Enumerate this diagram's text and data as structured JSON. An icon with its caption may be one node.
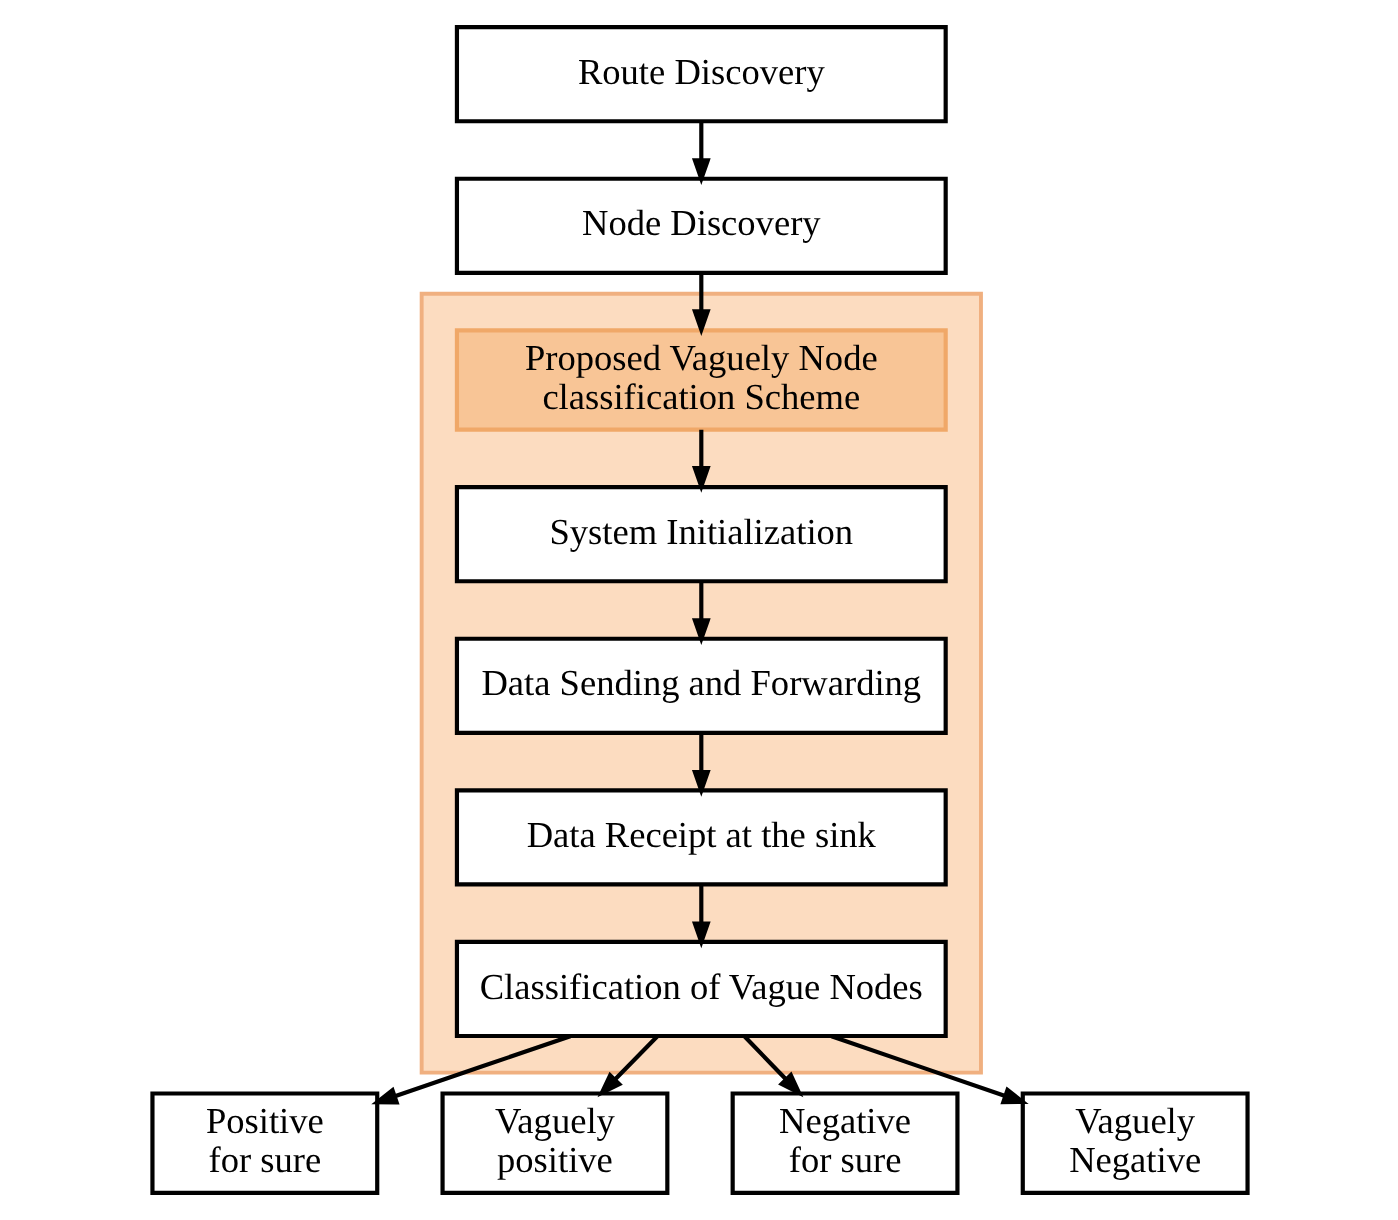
{
  "diagram": {
    "nodes": [
      {
        "text": [
          "Route Discovery"
        ]
      },
      {
        "text": [
          "Node Discovery"
        ]
      },
      {
        "text": [],
        "shape": "box"
      },
      {
        "text": [
          "Proposed Vaguely Node classification Scheme"
        ],
        "in": 2
      },
      {
        "text": [
          "System Initialization"
        ],
        "in": 2
      },
      {
        "text": [
          "Data Sending and Forwarding"
        ],
        "in": 2
      },
      {
        "text": [
          "Data Receipt at the sink"
        ],
        "in": 2
      },
      {
        "text": [
          "Classification of Vague Nodes"
        ],
        "in": 2
      },
      {
        "text": [
          "Positive for sure"
        ]
      },
      {
        "text": [
          "Vaguely positive"
        ]
      },
      {
        "text": [
          "Negative for sure"
        ]
      },
      {
        "text": [
          "Vaguely Negative"
        ]
      }
    ],
    "edges": [
      {
        "from": 0,
        "to": 1,
        "arrow": "to"
      },
      {
        "from": 1,
        "to": 3,
        "arrow": "to"
      },
      {
        "from": 3,
        "to": 4,
        "arrow": "to"
      },
      {
        "from": 4,
        "to": 5,
        "arrow": "to"
      },
      {
        "from": 5,
        "to": 6,
        "arrow": "to"
      },
      {
        "from": 6,
        "to": 7,
        "arrow": "to"
      },
      {
        "from": 7,
        "to": 8,
        "arrow": "to"
      },
      {
        "from": 7,
        "to": 9,
        "arrow": "to"
      },
      {
        "from": 7,
        "to": 10,
        "arrow": "to"
      },
      {
        "from": 7,
        "to": 11,
        "arrow": "to"
      }
    ]
  }
}
